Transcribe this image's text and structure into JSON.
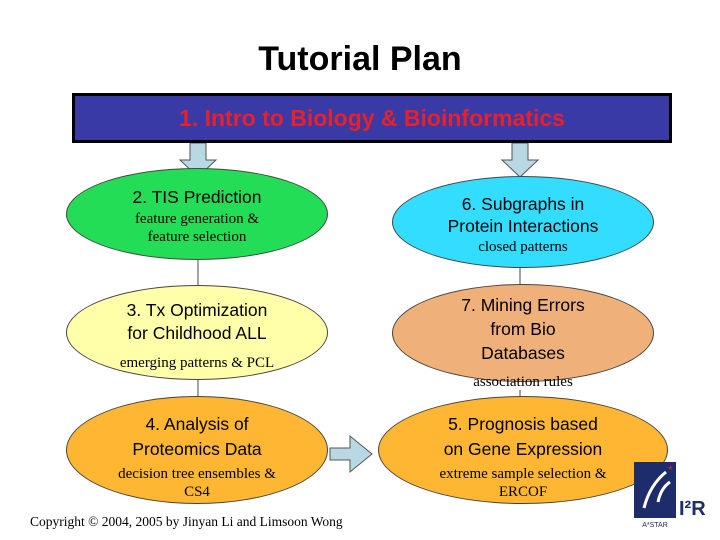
{
  "title": "Tutorial Plan",
  "banner": "1. Intro to Biology & Bioinformatics",
  "nodes": {
    "tis": {
      "title": "2. TIS Prediction",
      "subtitle_lines": [
        "feature generation &",
        "feature selection"
      ]
    },
    "tx": {
      "title_lines": [
        "3. Tx Optimization",
        "for Childhood ALL"
      ],
      "subtitle": "emerging patterns & PCL"
    },
    "proteomics": {
      "title_lines": [
        "4. Analysis of",
        "Proteomics Data"
      ],
      "subtitle_lines": [
        "decision tree ensembles &",
        "CS4"
      ]
    },
    "subgraphs": {
      "title_lines": [
        "6. Subgraphs in",
        "Protein Interactions"
      ],
      "subtitle": "closed patterns"
    },
    "mining": {
      "title_lines": [
        "7. Mining Errors",
        "from Bio",
        "Databases"
      ],
      "subtitle": "association rules"
    },
    "prognosis": {
      "title_lines": [
        "5. Prognosis based",
        "on Gene Expression"
      ],
      "subtitle_lines": [
        "extreme sample selection &",
        "ERCOF"
      ]
    }
  },
  "copyright": "Copyright © 2004, 2005 by Jinyan Li and Limsoon Wong",
  "logo": {
    "text": "I²R",
    "caption": "A*STAR"
  },
  "colors": {
    "banner_bg": "#3a3aa6",
    "banner_text": "#e8202a",
    "tis": "#22dd55",
    "subgraphs": "#33ddff",
    "tx": "#ffffaa",
    "mining": "#f0b07a",
    "proteomics": "#ffb733",
    "prognosis": "#ffb733",
    "arrow": "#b8d8e4",
    "logo": "#1d2d6b"
  }
}
